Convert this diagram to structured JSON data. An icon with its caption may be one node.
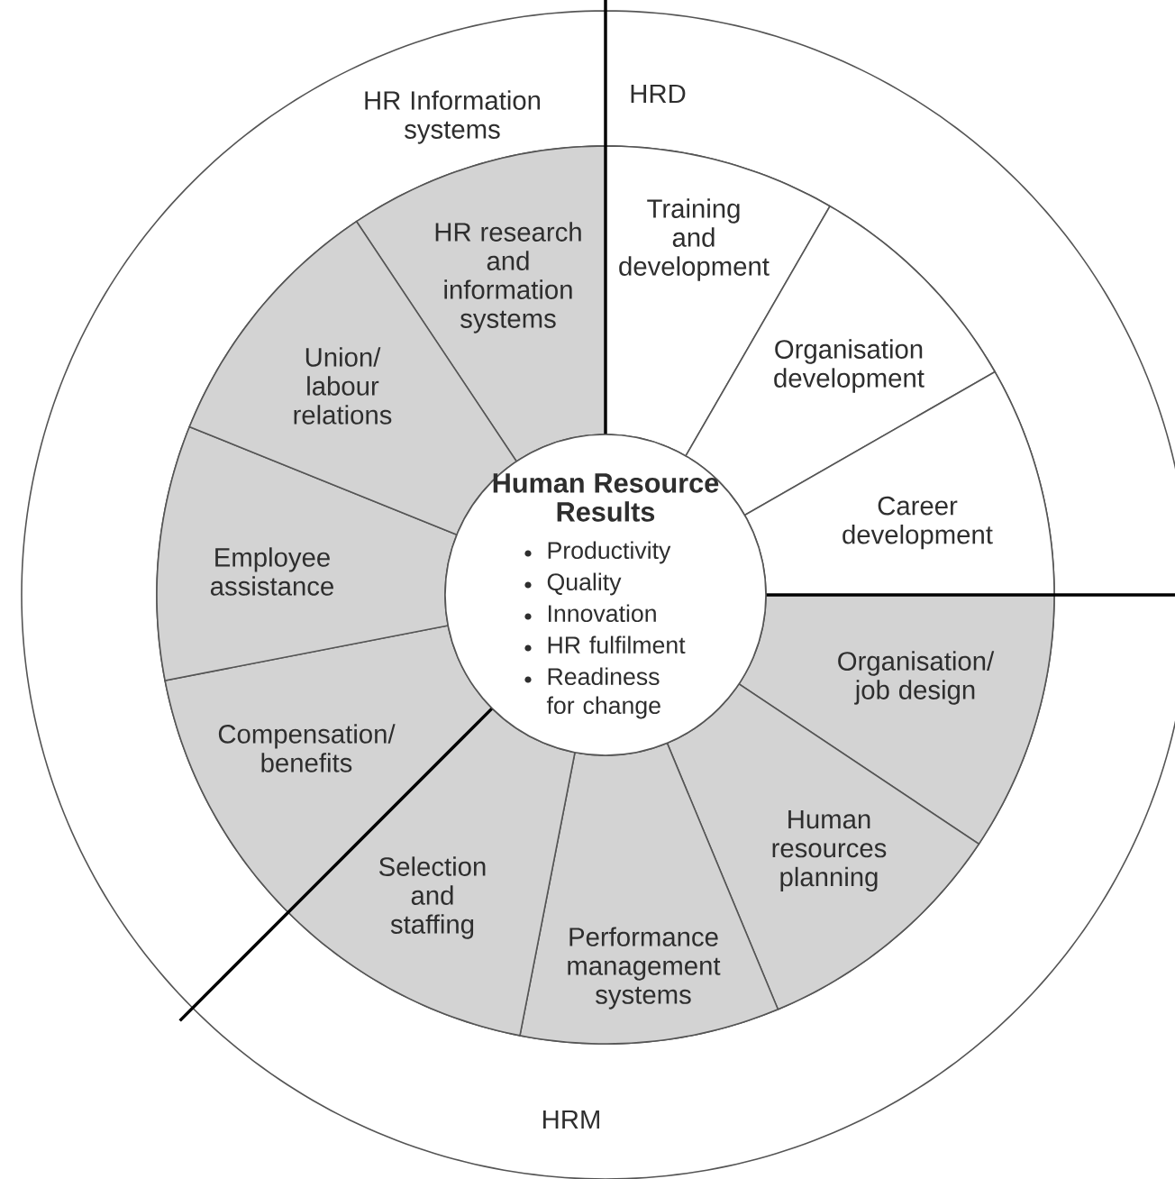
{
  "diagram": {
    "nodes": [
      {
        "text": [
          "HR Information systems"
        ]
      },
      {
        "text": [
          "HRD"
        ]
      },
      {
        "text": [
          "HRM"
        ]
      },
      {
        "text": [
          "Human Resource Results",
          "Productivity",
          "Quality",
          "Innovation",
          "HR fulfilment",
          "Readiness for change"
        ]
      },
      {
        "text": [
          "HR research and information systems"
        ]
      },
      {
        "text": [
          "Training and development"
        ]
      },
      {
        "text": [
          "Organisation development"
        ]
      },
      {
        "text": [
          "Career development"
        ]
      },
      {
        "text": [
          "Organisation/ job design"
        ]
      },
      {
        "text": [
          "Human resources planning"
        ]
      },
      {
        "text": [
          "Performance management systems"
        ]
      },
      {
        "text": [
          "Selection and staffing"
        ]
      },
      {
        "text": [
          "Compensation/ benefits"
        ]
      },
      {
        "text": [
          "Employee assistance"
        ]
      },
      {
        "text": [
          "Union/ labour relations"
        ]
      }
    ]
  }
}
